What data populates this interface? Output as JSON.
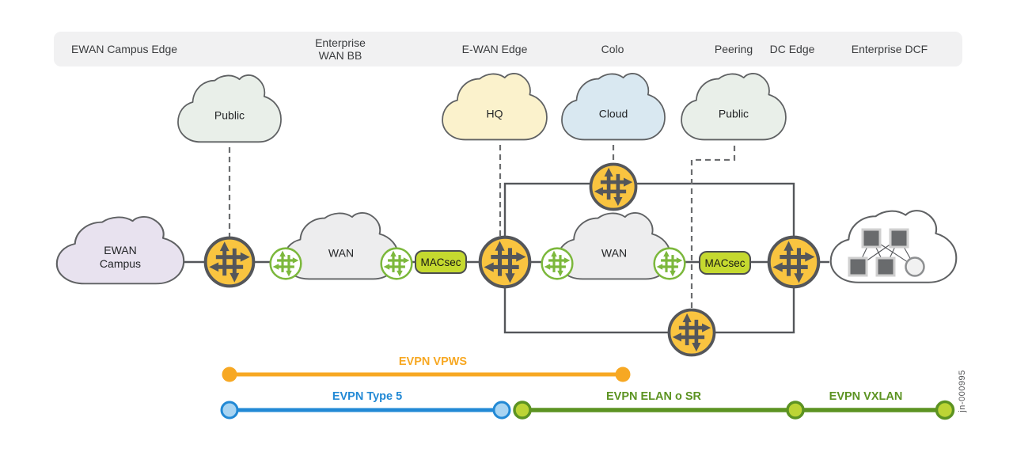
{
  "header": {
    "labels": [
      {
        "label": "EWAN Campus Edge"
      },
      {
        "line1": "Enterprise",
        "line2": "WAN BB"
      },
      {
        "label": "E-WAN Edge"
      },
      {
        "label": "Colo"
      },
      {
        "label": "Peering"
      },
      {
        "label": "DC Edge"
      },
      {
        "label": "Enterprise DCF"
      }
    ]
  },
  "clouds": {
    "campus": {
      "line1": "EWAN",
      "line2": "Campus",
      "fill": "#e8e2ef"
    },
    "public1": {
      "label": "Public",
      "fill": "#e9efe9"
    },
    "wan1": {
      "label": "WAN",
      "fill": "#ededee"
    },
    "hq": {
      "label": "HQ",
      "fill": "#fbf2cc"
    },
    "cloud": {
      "label": "Cloud",
      "fill": "#d9e8f1"
    },
    "public2": {
      "label": "Public",
      "fill": "#e9efe9"
    },
    "wan2": {
      "label": "WAN",
      "fill": "#ededee"
    },
    "dcf": {
      "fill": "#ffffff"
    }
  },
  "badges": {
    "macsec1": "MACsec",
    "macsec2": "MACsec"
  },
  "legend": {
    "vpws": {
      "label": "EVPN VPWS",
      "color": "#F7A823"
    },
    "type5": {
      "label": "EVPN Type 5",
      "color": "#2289D5"
    },
    "elan": {
      "label": "EVPN ELAN o SR",
      "color": "#5C9322"
    },
    "vxlan": {
      "label": "EVPN VXLAN",
      "color": "#5C9322"
    }
  },
  "watermark": "jn-000995",
  "colors": {
    "router_fill": "#F9C440",
    "router_stroke": "#54565A",
    "green_router_stroke": "#7CB83C",
    "macsec_fill": "#C5D92F",
    "connector_line": "#54565A",
    "dashed_line": "#6B6D6F",
    "header_band": "#F1F1F2"
  }
}
